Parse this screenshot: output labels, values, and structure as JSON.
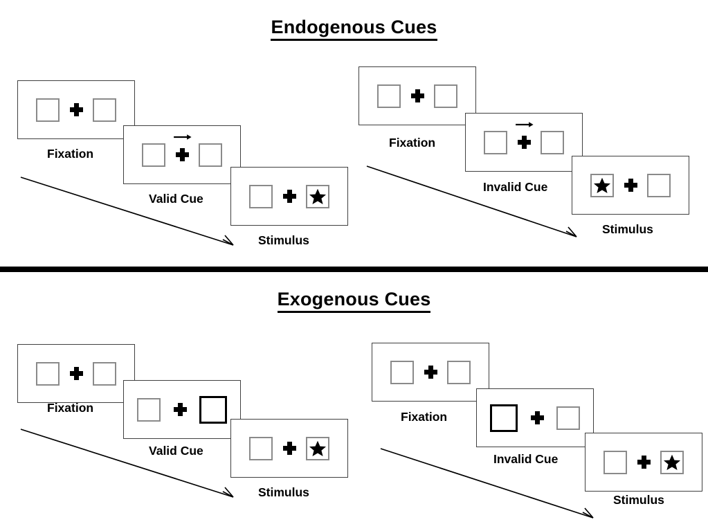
{
  "sections": [
    {
      "id": "endogenous",
      "title": "Endogenous Cues",
      "sequences": [
        {
          "id": "endogenous-valid",
          "panels": [
            {
              "label": "Fixation",
              "left_box": "empty",
              "right_box": "empty",
              "cue": "none"
            },
            {
              "label": "Valid Cue",
              "left_box": "empty",
              "right_box": "empty",
              "cue": "arrow-right"
            },
            {
              "label": "Stimulus",
              "left_box": "empty",
              "right_box": "star",
              "cue": "none"
            }
          ]
        },
        {
          "id": "endogenous-invalid",
          "panels": [
            {
              "label": "Fixation",
              "left_box": "empty",
              "right_box": "empty",
              "cue": "none"
            },
            {
              "label": "Invalid Cue",
              "left_box": "empty",
              "right_box": "empty",
              "cue": "arrow-right"
            },
            {
              "label": "Stimulus",
              "left_box": "star",
              "right_box": "empty",
              "cue": "none"
            }
          ]
        }
      ]
    },
    {
      "id": "exogenous",
      "title": "Exogenous Cues",
      "sequences": [
        {
          "id": "exogenous-valid",
          "panels": [
            {
              "label": "Fixation",
              "left_box": "empty",
              "right_box": "empty",
              "cue": "none"
            },
            {
              "label": "Valid Cue",
              "left_box": "empty",
              "right_box": "highlighted",
              "cue": "none"
            },
            {
              "label": "Stimulus",
              "left_box": "empty",
              "right_box": "star",
              "cue": "none"
            }
          ]
        },
        {
          "id": "exogenous-invalid",
          "panels": [
            {
              "label": "Fixation",
              "left_box": "empty",
              "right_box": "empty",
              "cue": "none"
            },
            {
              "label": "Invalid Cue",
              "left_box": "highlighted",
              "right_box": "empty",
              "cue": "none"
            },
            {
              "label": "Stimulus",
              "left_box": "empty",
              "right_box": "star",
              "cue": "none"
            }
          ]
        }
      ]
    }
  ],
  "colors": {
    "box_border": "#8a8a8a",
    "cued_box_border": "#000000",
    "frame_border": "#3f3f3f",
    "text": "#000000",
    "divider": "#000000",
    "background": "#ffffff"
  },
  "labels": {
    "endogenous_valid": {
      "p1": "Fixation",
      "p2": "Valid Cue",
      "p3": "Stimulus"
    },
    "endogenous_invalid": {
      "p1": "Fixation",
      "p2": "Invalid Cue",
      "p3": "Stimulus"
    },
    "exogenous_valid": {
      "p1": "Fixation",
      "p2": "Valid Cue",
      "p3": "Stimulus"
    },
    "exogenous_invalid": {
      "p1": "Fixation",
      "p2": "Invalid Cue",
      "p3": "Stimulus"
    }
  },
  "titles": {
    "endogenous": "Endogenous Cues",
    "exogenous": "Exogenous Cues"
  }
}
